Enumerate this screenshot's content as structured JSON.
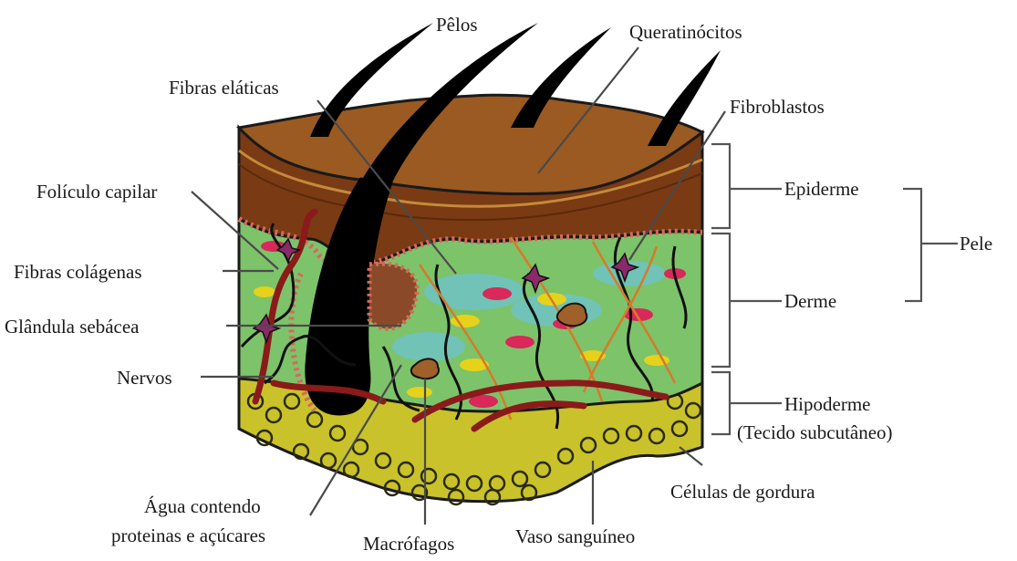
{
  "labels": {
    "pelos": "Pêlos",
    "queratinocitos": "Queratinócitos",
    "fibras_elaticas": "Fibras eláticas",
    "fibroblastos": "Fibroblastos",
    "foliculo_capilar": "Folículo capilar",
    "fibras_colagenas": "Fibras colágenas",
    "glandula_sebacea": "Glândula sebácea",
    "nervos": "Nervos",
    "agua_line1": "Água contendo",
    "agua_line2": "proteinas e açúcares",
    "macrofagos": "Macrófagos",
    "vaso_sanguineo": "Vaso sanguíneo",
    "celulas_gordura": "Células de gordura",
    "epiderme": "Epiderme",
    "derme": "Derme",
    "pele": "Pele",
    "hipoderme": "Hipoderme",
    "tecido_subcutaneo": "(Tecido subcutâneo)"
  },
  "colors": {
    "epidermis_top": "#9a5a22",
    "epidermis_side": "#7a3a14",
    "dermis": "#7dc36a",
    "hypodermis": "#c9c22a",
    "blood_vessel": "#8b1a1a",
    "hair": "#000000"
  }
}
